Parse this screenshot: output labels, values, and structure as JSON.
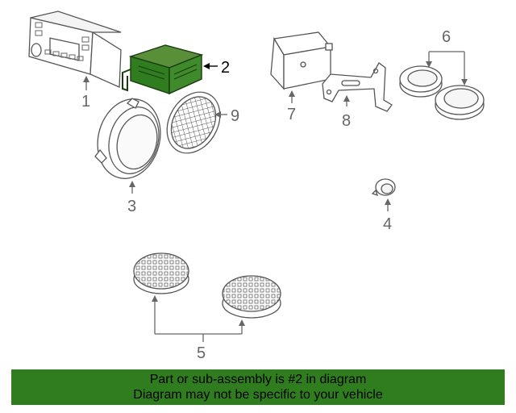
{
  "callouts": {
    "c1": "1",
    "c2": "2",
    "c3": "3",
    "c4": "4",
    "c5": "5",
    "c6": "6",
    "c7": "7",
    "c8": "8",
    "c9": "9"
  },
  "highlight_color": "#2f7d1f",
  "footer": {
    "line1": "Part or sub-assembly is #2 in diagram",
    "line2": "Diagram may not be specific to your vehicle"
  }
}
